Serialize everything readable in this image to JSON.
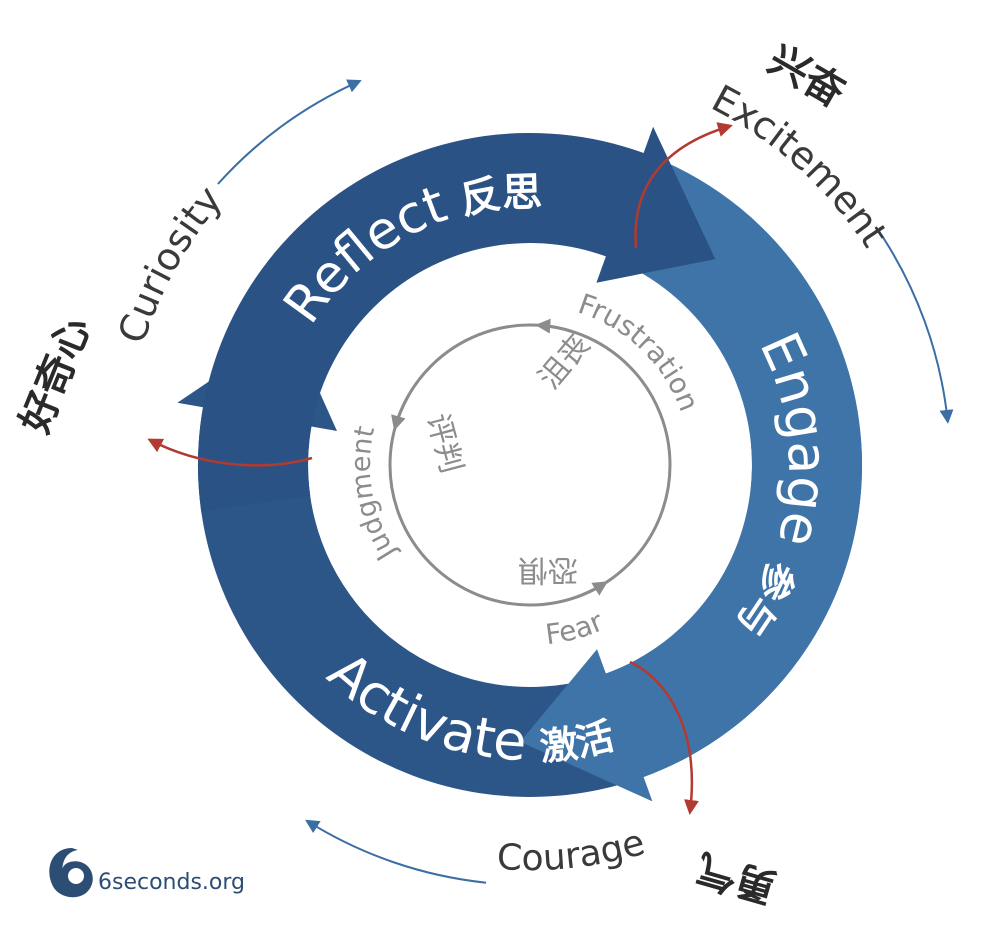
{
  "colors": {
    "ring_dark": "#2c5688",
    "ring_mid": "#346396",
    "ring_light": "#3f74a8",
    "red_arrow": "#b23a30",
    "inner_gray": "#8c8c8c",
    "outer_arrow": "#3b6ea3",
    "text_dark": "#3a3a3a"
  },
  "ring": {
    "reflect": {
      "en": "Reflect",
      "cn": "反思"
    },
    "engage": {
      "en": "Engage",
      "cn": "参与"
    },
    "activate": {
      "en": "Activate",
      "cn": "激活"
    }
  },
  "inner": {
    "frustration": {
      "en": "Frustration",
      "cn": "沮丧"
    },
    "judgment": {
      "en": "Judgment",
      "cn": "评判"
    },
    "fear": {
      "en": "Fear",
      "cn": "恐惧"
    }
  },
  "outer": {
    "excitement": {
      "en": "Excitement",
      "cn": "兴奋"
    },
    "curiosity": {
      "en": "Curiosity",
      "cn": "好奇心"
    },
    "courage": {
      "en": "Courage",
      "cn": "勇气"
    }
  },
  "brand": {
    "text": "6seconds.org",
    "icon": "six-seconds-logo-icon"
  }
}
